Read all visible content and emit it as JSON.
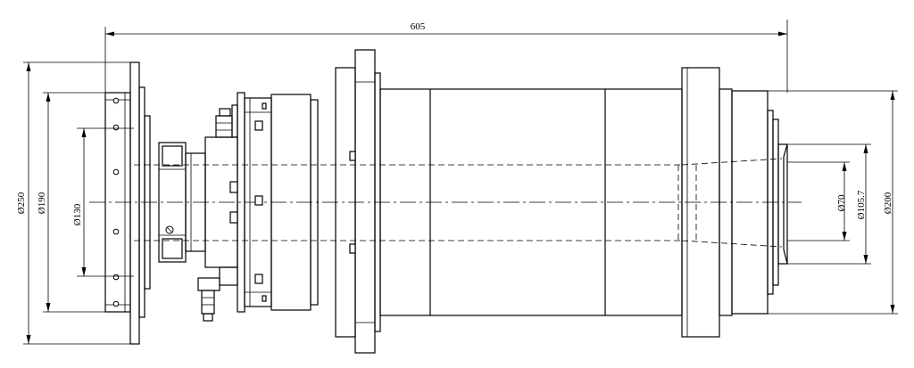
{
  "drawing": {
    "overall_length": "605",
    "diameters": {
      "flange_outer": "Ø250",
      "flange_bolt_circle": "Ø190",
      "flange_pilot": "Ø130",
      "nose_bore": "Ø70",
      "nose_recess": "Ø105.7",
      "housing_outer": "Ø200"
    }
  }
}
